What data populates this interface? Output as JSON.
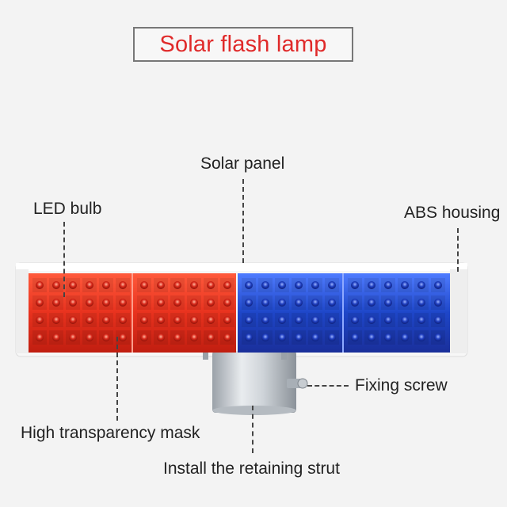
{
  "title": "Solar flash lamp",
  "labels": {
    "solar_panel": "Solar panel",
    "led_bulb": "LED bulb",
    "abs_housing": "ABS housing",
    "fixing_screw": "Fixing screw",
    "mask": "High transparency mask",
    "strut": "Install the retaining strut"
  },
  "colors": {
    "title_text": "#e02a2a",
    "red_panel": "#e8321e",
    "blue_panel": "#1e46c8",
    "housing": "#f5f5f5",
    "strut": "#c9ced3"
  }
}
